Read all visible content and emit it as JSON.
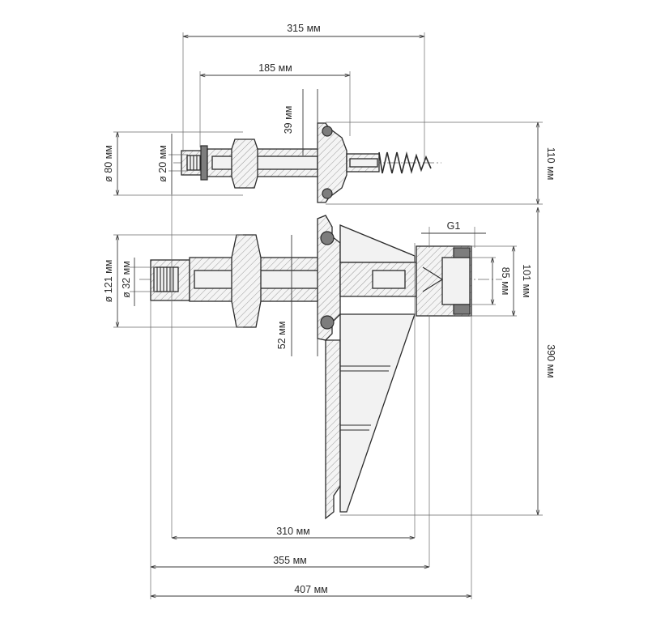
{
  "figure": {
    "colors": {
      "line": "#2b2b2b",
      "hatch": "#9a9a9a",
      "seal": "#7d7d7d",
      "background": "#ffffff"
    },
    "dimensions": {
      "top_overall": "315 мм",
      "top_body": "185 мм",
      "top_flange_offset": "39 мм",
      "top_diameter_outer": "ø 80 мм",
      "top_diameter_inner": "ø 20 мм",
      "top_height": "110 мм",
      "bottom_thread": "G1",
      "bottom_diameter_outer": "ø 121 мм",
      "bottom_diameter_inner": "ø 32 мм",
      "bottom_flange_offset": "52 мм",
      "bottom_nozzle_85": "85 мм",
      "bottom_nozzle_101": "101 мм",
      "bottom_height": "390 мм",
      "bottom_length_310": "310 мм",
      "bottom_length_355": "355 мм",
      "bottom_overall": "407 мм"
    }
  }
}
